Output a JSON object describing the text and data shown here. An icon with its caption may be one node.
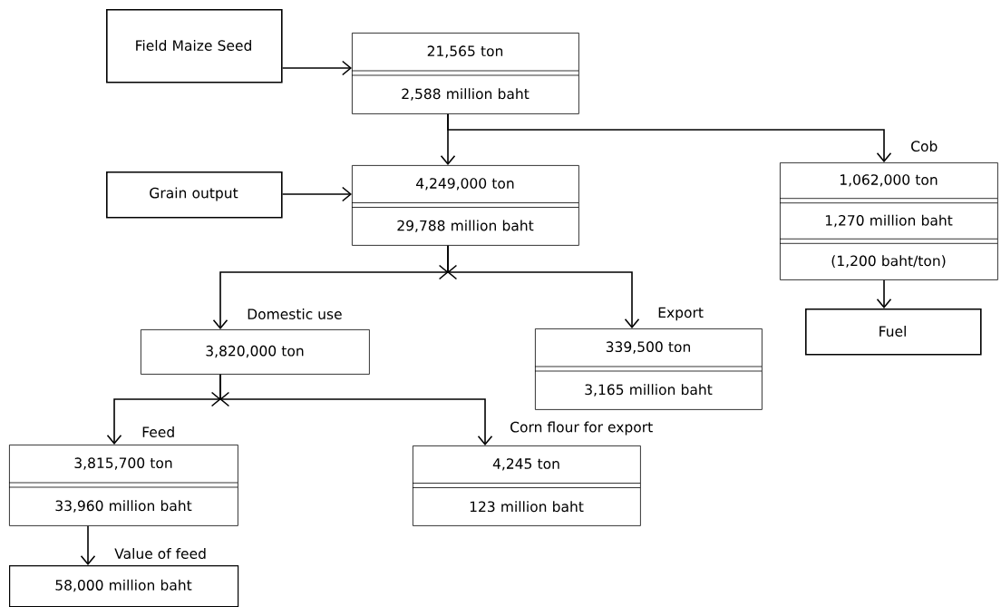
{
  "diagram": {
    "nodes": [
      {
        "text": [
          "Field Maize Seed"
        ]
      },
      {
        "text": [
          "21,565 ton",
          "2,588 million baht"
        ]
      },
      {
        "text": [
          "Grain output"
        ]
      },
      {
        "text": [
          "4,249,000 ton",
          "29,788 million baht"
        ]
      },
      {
        "text": [
          "1,062,000 ton",
          "1,270 million baht",
          "(1,200 baht/ton)"
        ],
        "beside": [
          "Cob"
        ]
      },
      {
        "text": [
          "Fuel"
        ]
      },
      {
        "text": [
          "3,820,000 ton"
        ],
        "beside": [
          "Domestic use"
        ]
      },
      {
        "text": [
          "339,500 ton",
          "3,165 million baht"
        ],
        "beside": [
          "Export"
        ]
      },
      {
        "text": [
          "3,815,700 ton",
          "33,960 million baht"
        ],
        "beside": [
          "Feed"
        ]
      },
      {
        "text": [
          "4,245 ton",
          "123 million baht"
        ],
        "beside": [
          "Corn flour for export"
        ]
      },
      {
        "text": [
          "58,000 million baht"
        ],
        "beside": [
          "Value of feed"
        ]
      }
    ],
    "edges": [
      {
        "from": 0,
        "to": 1,
        "arrow": "to"
      },
      {
        "from": 1,
        "to": 3,
        "arrow": "to"
      },
      {
        "from": 1,
        "to": 4,
        "arrow": "to"
      },
      {
        "from": 2,
        "to": 3,
        "arrow": "to"
      },
      {
        "from": 3,
        "to": 6,
        "arrow": "to"
      },
      {
        "from": 3,
        "to": 7,
        "arrow": "to"
      },
      {
        "from": 6,
        "to": 8,
        "arrow": "to"
      },
      {
        "from": 6,
        "to": 9,
        "arrow": "to"
      },
      {
        "from": 4,
        "to": 5,
        "arrow": "to"
      },
      {
        "from": 8,
        "to": 10,
        "arrow": "to"
      }
    ]
  }
}
